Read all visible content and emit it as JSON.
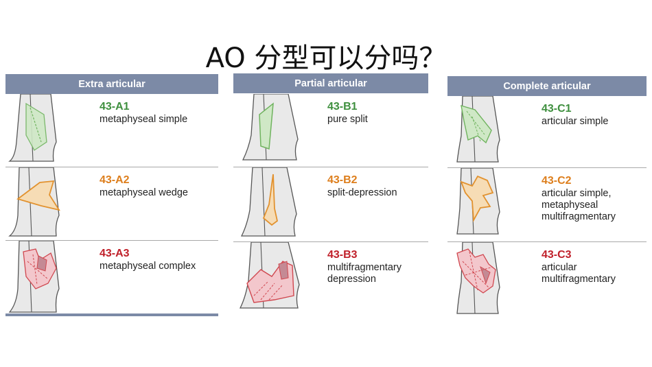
{
  "title": "AO 分型可以分吗？",
  "panels": [
    {
      "header": "Extra articular",
      "rows": [
        {
          "code": "43-A1",
          "desc": "metaphyseal simple",
          "color": "#3e8f3e"
        },
        {
          "code": "43-A2",
          "desc": "metaphyseal wedge",
          "color": "#dd7e1c"
        },
        {
          "code": "43-A3",
          "desc": "metaphyseal complex",
          "color": "#c0202a"
        }
      ]
    },
    {
      "header": "Partial articular",
      "rows": [
        {
          "code": "43-B1",
          "desc": "pure split",
          "color": "#3e8f3e"
        },
        {
          "code": "43-B2",
          "desc": "split-depression",
          "color": "#dd7e1c"
        },
        {
          "code": "43-B3",
          "desc": "multifragmentary\ndepression",
          "color": "#c0202a"
        }
      ]
    },
    {
      "header": "Complete articular",
      "rows": [
        {
          "code": "43-C1",
          "desc": "articular simple",
          "color": "#3e8f3e"
        },
        {
          "code": "43-C2",
          "desc": "articular simple,\nmetaphyseal\nmultifragmentary",
          "color": "#dd7e1c"
        },
        {
          "code": "43-C3",
          "desc": "articular\nmultifragmentary",
          "color": "#c0202a"
        }
      ]
    }
  ]
}
